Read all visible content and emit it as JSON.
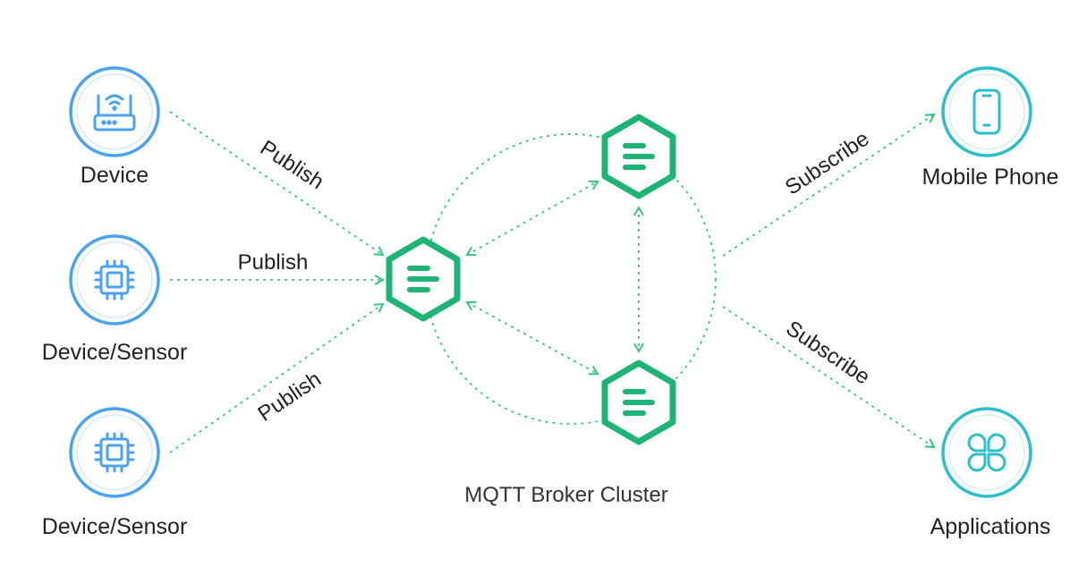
{
  "colors": {
    "blue": "#4aa3f0",
    "teal": "#2bc0c9",
    "green": "#1db476",
    "edge": "#3cc486"
  },
  "sources": [
    {
      "label": "Device",
      "icon": "router-icon"
    },
    {
      "label": "Device/Sensor",
      "icon": "chip-icon"
    },
    {
      "label": "Device/Sensor",
      "icon": "chip-icon"
    }
  ],
  "targets": [
    {
      "label": "Mobile Phone",
      "icon": "mobile-phone-icon"
    },
    {
      "label": "Applications",
      "icon": "apps-grid-icon"
    }
  ],
  "edges": {
    "publish": "Publish",
    "subscribe": "Subscribe"
  },
  "cluster": {
    "label": "MQTT Broker Cluster"
  }
}
